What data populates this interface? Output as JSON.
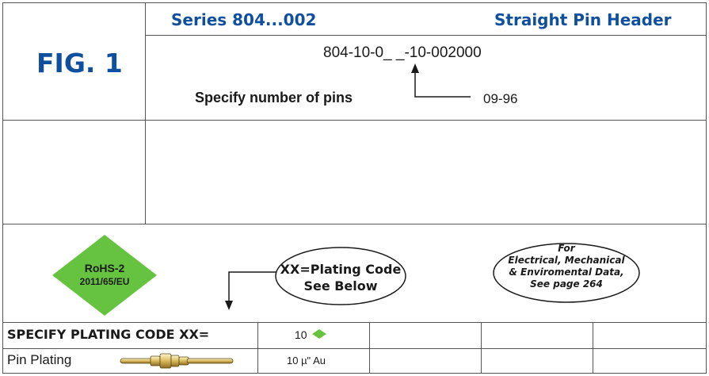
{
  "header": {
    "fig_label": "FIG. 1",
    "series": "Series 804...002",
    "product": "Straight Pin Header"
  },
  "part_number": {
    "code": "804-10-0_ _-10-002000",
    "specify_label": "Specify number of pins",
    "range": "09-96"
  },
  "badge": {
    "line1": "RoHS-2",
    "line2": "2011/65/EU",
    "color": "#66c340"
  },
  "plating_oval": {
    "line1": "XX=Plating Code",
    "line2": "See Below"
  },
  "info_oval": {
    "line1": "For",
    "line2": "Electrical, Mechanical",
    "line3": "& Enviromental Data,",
    "line4": "See page 264"
  },
  "table": {
    "row1_label": "SPECIFY PLATING CODE XX=",
    "row1_code": "10",
    "row2_label": "Pin Plating",
    "row2_value": "10 µ\" Au"
  },
  "colors": {
    "accent_blue": "#0f4fa0",
    "green": "#66c340"
  }
}
